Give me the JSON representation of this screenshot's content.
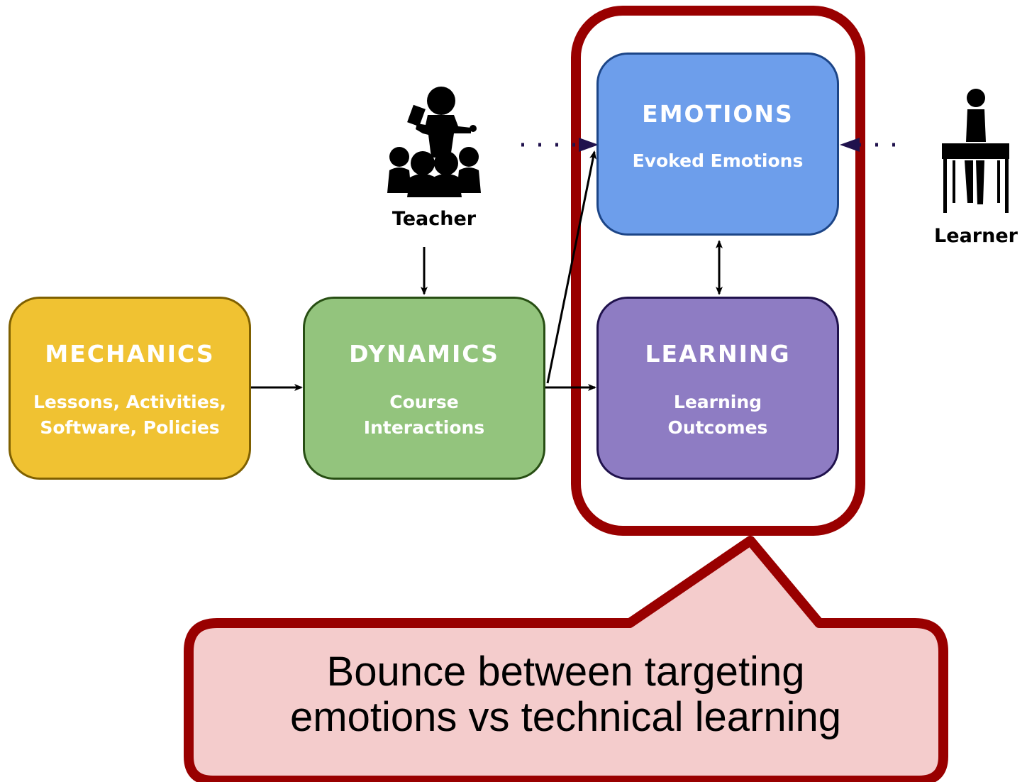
{
  "boxes": {
    "mechanics": {
      "title": "MECHANICS",
      "line1": "Lessons, Activities,",
      "line2": "Software, Policies",
      "color": "#f0c232"
    },
    "dynamics": {
      "title": "DYNAMICS",
      "line1": "Course",
      "line2": "Interactions",
      "color": "#93c47d"
    },
    "emotions": {
      "title": "EMOTIONS",
      "line1": "Evoked Emotions",
      "line2": "",
      "color": "#6d9eeb"
    },
    "learning": {
      "title": "LEARNING",
      "line1": "Learning",
      "line2": "Outcomes",
      "color": "#8e7cc3"
    }
  },
  "people": {
    "teacher": {
      "label": "Teacher",
      "icon": "teacher-with-students-icon"
    },
    "learner": {
      "label": "Learner",
      "icon": "learner-at-desk-icon"
    }
  },
  "callout": {
    "line1": "Bounce between targeting",
    "line2": "emotions vs technical learning",
    "border_color": "#990000",
    "fill_color": "#f4cccc"
  }
}
